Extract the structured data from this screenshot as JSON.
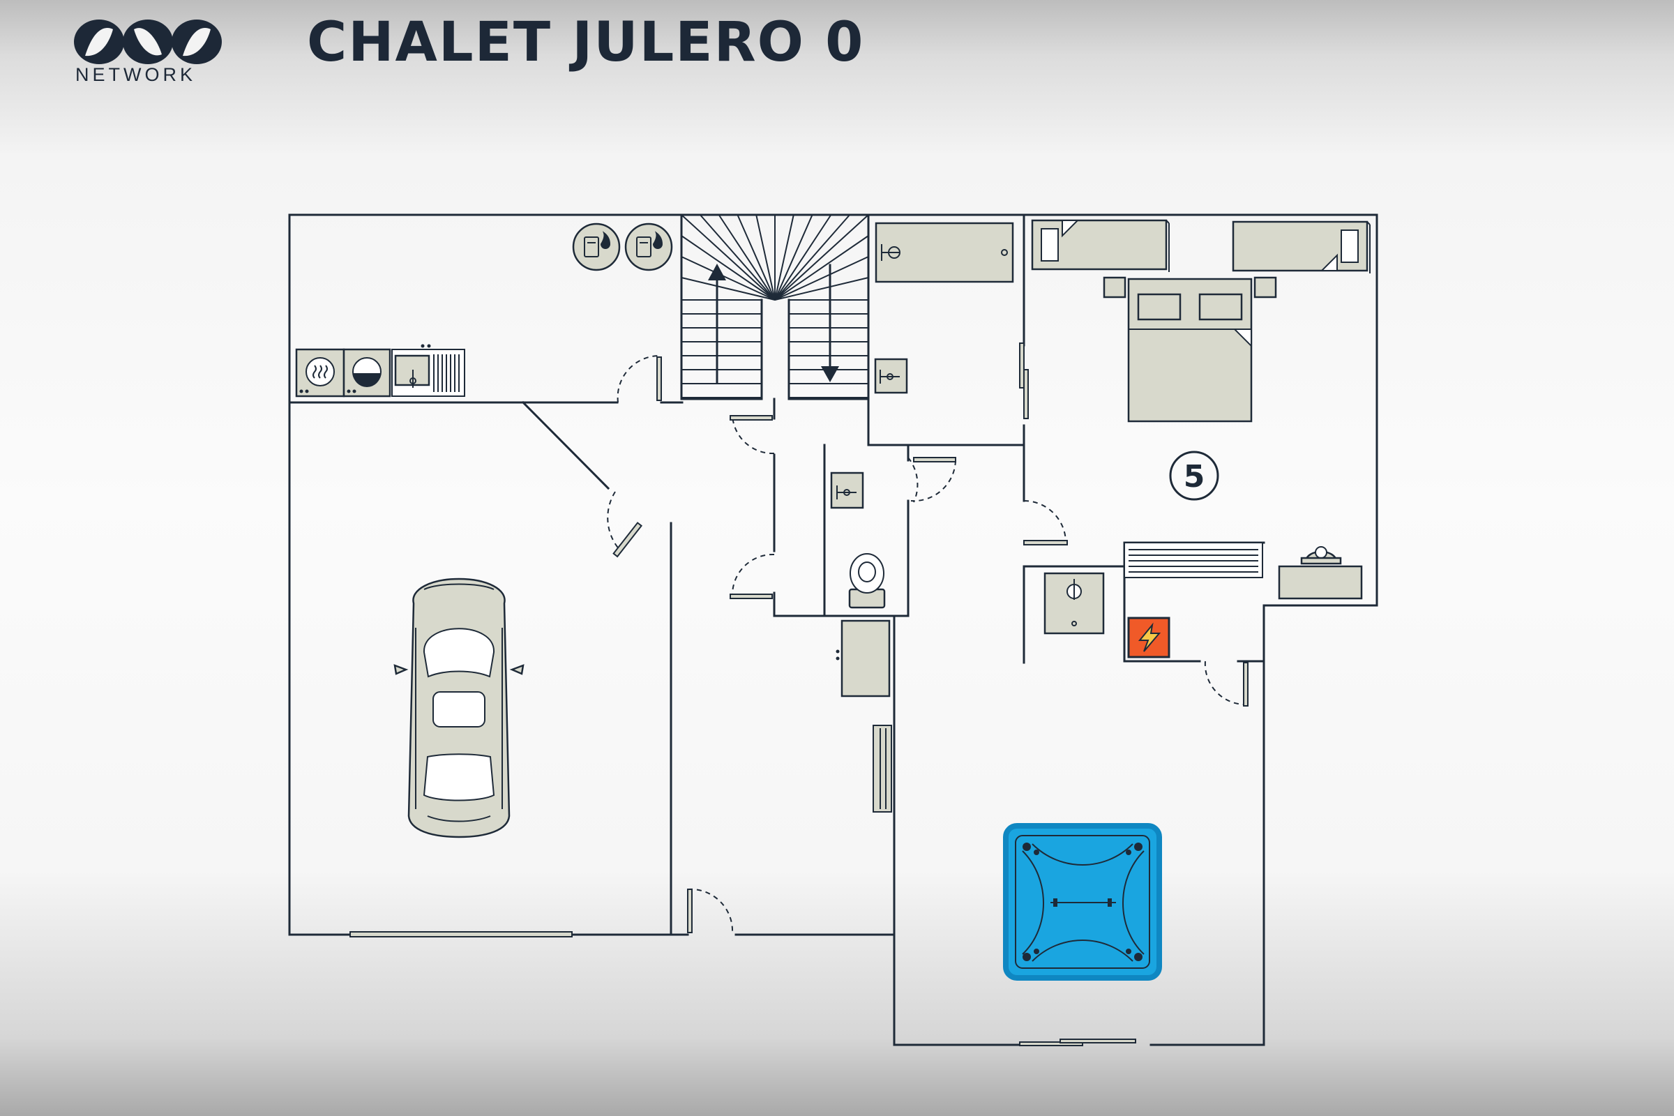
{
  "header": {
    "title": "CHALET JULERO 0",
    "brand_text": "NETWORK"
  },
  "plan": {
    "room_number": "5"
  },
  "icons": {
    "logo": "network-logo",
    "boilers": "water-heater-icon",
    "stairs": "staircase-icon",
    "car": "car-icon",
    "bed": "double-bed-icon",
    "hot_tub": "hot-tub-icon",
    "electrical_panel": "electrical-panel-icon",
    "washer": "washing-machine-icon",
    "dryer": "dryer-icon",
    "toilet": "toilet-icon",
    "sinks": "sink-icon",
    "bathtub": "bathtub-icon"
  },
  "colors": {
    "ink": "#1e2a38",
    "fixture_fill": "#d8d9cc",
    "hot_tub": "#1aa5e0",
    "electrical_panel": "#f05a28"
  }
}
